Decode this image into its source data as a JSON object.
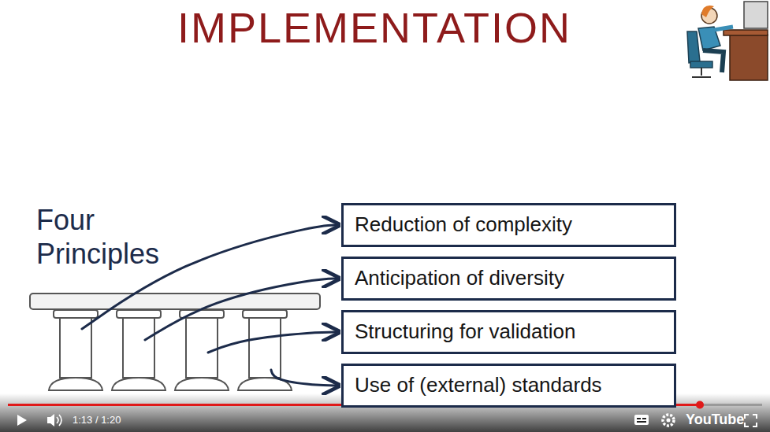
{
  "diagram": {
    "title": "IMPLEMENTATION",
    "nodes": [
      {
        "text": [
          "Reduction of complexity"
        ]
      },
      {
        "text": [
          "Anticipation of diversity"
        ]
      },
      {
        "text": [
          "Structuring for validation"
        ]
      },
      {
        "text": [
          "Use of (external) standards"
        ]
      }
    ],
    "labels": [
      "Four Principles",
      "1:13 / 1:20",
      "YouTube"
    ]
  }
}
